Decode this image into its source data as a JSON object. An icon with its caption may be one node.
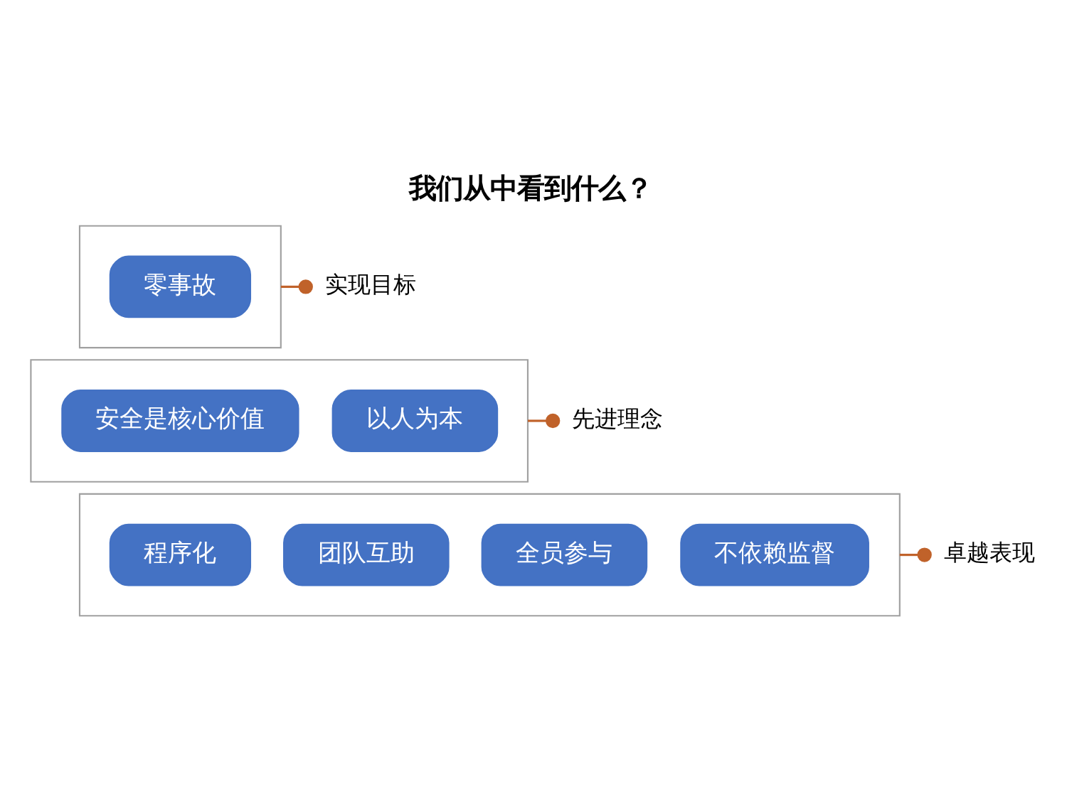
{
  "diagram": {
    "title": "我们从中看到什么？",
    "nodes": [
      {
        "text": [],
        "shape": "box"
      },
      {
        "text": [
          "零事故"
        ],
        "in": 0
      },
      {
        "text": [
          "实现目标"
        ]
      },
      {
        "text": [],
        "shape": "box"
      },
      {
        "text": [
          "安全是核心价值"
        ],
        "in": 3
      },
      {
        "text": [
          "以人为本"
        ],
        "in": 3
      },
      {
        "text": [
          "先进理念"
        ]
      },
      {
        "text": [],
        "shape": "box"
      },
      {
        "text": [
          "程序化"
        ],
        "in": 7
      },
      {
        "text": [
          "团队互助"
        ],
        "in": 7
      },
      {
        "text": [
          "全员参与"
        ],
        "in": 7
      },
      {
        "text": [
          "不依赖监督"
        ],
        "in": 7
      },
      {
        "text": [
          "卓越表现"
        ]
      }
    ],
    "edges": [
      {
        "from": 2,
        "to": 0,
        "arrow": "other"
      },
      {
        "from": 6,
        "to": 3,
        "arrow": "other"
      },
      {
        "from": 12,
        "to": 7,
        "arrow": "other"
      }
    ]
  }
}
